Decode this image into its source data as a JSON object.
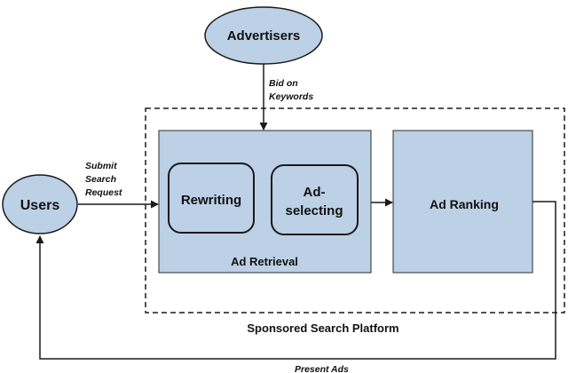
{
  "nodes": {
    "advertisers": "Advertisers",
    "users": "Users",
    "rewriting": "Rewriting",
    "ad_selecting": [
      "Ad-",
      "selecting"
    ],
    "ad_ranking": "Ad Ranking"
  },
  "groups": {
    "ad_retrieval": "Ad Retrieval",
    "platform": "Sponsored Search Platform"
  },
  "edges": {
    "bid": [
      "Bid on",
      "Keywords"
    ],
    "submit": [
      "Submit",
      "Search",
      "Request"
    ],
    "present": "Present Ads"
  },
  "colors": {
    "fill": "#bcd0e6",
    "stroke": "#2b2b2b",
    "inner_fill": "#ffffff"
  }
}
